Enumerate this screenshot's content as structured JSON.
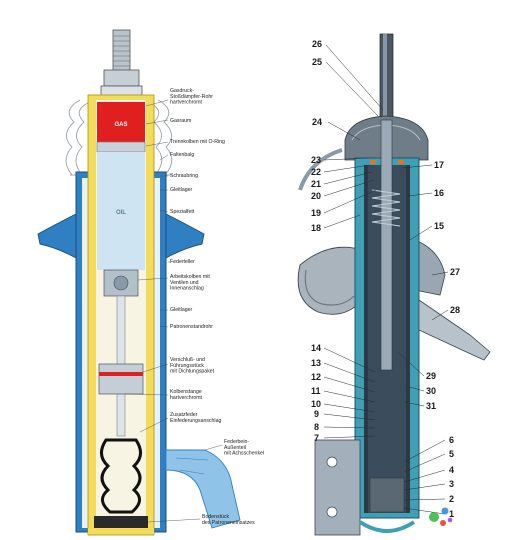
{
  "left_diagram": {
    "gas_chamber_text": "GAS",
    "oil_text": "OIL",
    "labels": [
      "Gasdruck-\nStoßdämpfer-Rohr\nhartverchromt",
      "Gasraum",
      "Trennkolben mit O-Ring",
      "Faltenbalg",
      "Schraubring",
      "Gleitlager",
      "Spezialfett",
      "Federteller",
      "Arbeitskolben mit\nVentilen und\nInnenanschlag",
      "Gleitlager",
      "Patronenstandrohr",
      "Verschluß- und\nFührungsstück\nmit Dichtungspaket",
      "Kolbenstange\nhartverchromt",
      "Zusatzfeder\nEinfederungsanschlag",
      "Federbein-\nAußenteil\nmit Achsschenkel",
      "Bodenstück\ndes Patroneneinsatzes"
    ]
  },
  "right_diagram": {
    "callouts": [
      "26",
      "25",
      "24",
      "23",
      "22",
      "21",
      "20",
      "19",
      "18",
      "17",
      "16",
      "15",
      "27",
      "28",
      "29",
      "30",
      "31",
      "14",
      "13",
      "12",
      "11",
      "10",
      "9",
      "8",
      "7",
      "6",
      "5",
      "4",
      "3",
      "2",
      "1"
    ]
  },
  "watermark": {
    "brand": "Avito"
  },
  "colors": {
    "blue": "#2f7fc2",
    "light_blue": "#8fc3e8",
    "yellow": "#f2dc5a",
    "red": "#e0201f",
    "steel": "#8a9aa8",
    "dark_steel": "#44505c",
    "teal_cutaway": "#3f9fb5",
    "watermark_green": "#3cb84a",
    "watermark_blue": "#2c8fe0",
    "watermark_red": "#e0452a",
    "watermark_purple": "#9b4ddd"
  }
}
